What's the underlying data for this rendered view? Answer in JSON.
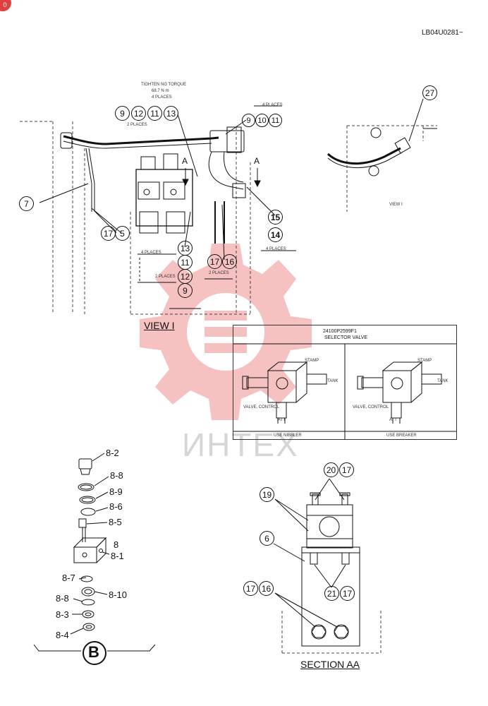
{
  "badge": {
    "label": "0"
  },
  "doc_code": "LB04U0281~",
  "view_i": {
    "title": "VIEW I",
    "torque_note_1": "TIGHTEN NG TORQUE",
    "torque_note_2": "68.7 N·m",
    "torque_note_3": "4 PLACES",
    "two_places_top": "2 PLACES",
    "four_places_right": "4 PLACES",
    "four_places_mid": "4 PLACES",
    "two_places_mid": "2 PLACES",
    "two_places_bottom": "2 PLACES",
    "four_places_bottom": "4 PLACES",
    "section_marker": "A",
    "callouts": [
      "9",
      "12",
      "11",
      "13",
      "9",
      "10",
      "11",
      "7",
      "17",
      "5",
      "15",
      "14",
      "13",
      "11",
      "12",
      "9",
      "17",
      "16"
    ]
  },
  "view_detail": {
    "callout": "27",
    "note": "VIEW I"
  },
  "selector_valve": {
    "part_no": "24100P2599F1",
    "title": "SELECTOR VALVE",
    "left": {
      "stamp": "STAMP",
      "tank": "TANK",
      "valve_control": "VALVE, CONTROL",
      "att": "ATT",
      "caption": "USE NIBBLER"
    },
    "right": {
      "stamp": "STAMP",
      "tank": "TANK",
      "valve_control": "VALVE, CONTROL",
      "att": "ATT",
      "caption": "USE BREAKER"
    }
  },
  "watermark": "ИНТЕХ",
  "detail_b": {
    "labels": [
      "8-2",
      "8-8",
      "8-9",
      "8-6",
      "8-5",
      "8",
      "8-1",
      "8-7",
      "8-10",
      "8-8",
      "8-3",
      "8-4"
    ],
    "marker": "B"
  },
  "section_aa": {
    "title": "SECTION  AA",
    "labels": [
      "20",
      "17",
      "19",
      "6",
      "21",
      "17",
      "17",
      "16"
    ]
  },
  "colors": {
    "line": "#111111",
    "watermark": "#f3b7b6",
    "badge": "#e0403f"
  }
}
